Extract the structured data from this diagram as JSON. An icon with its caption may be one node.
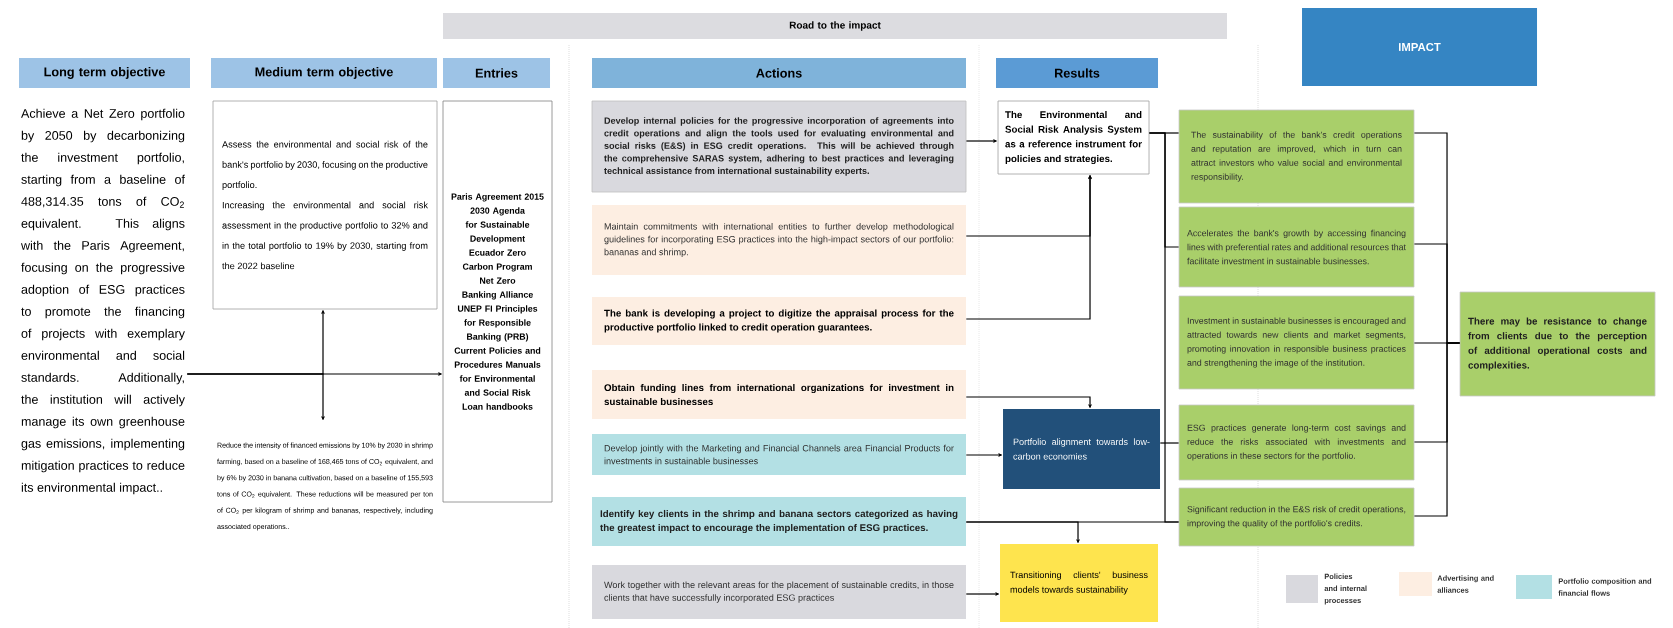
{
  "diagram": {
    "nodes": [
      {
        "text": [
          "Road to the impact"
        ]
      },
      {
        "text": [
          "IMPACT"
        ]
      },
      {
        "text": [
          "Long term objective"
        ]
      },
      {
        "text": [
          "Medium term objective"
        ]
      },
      {
        "text": [
          "Entries"
        ]
      },
      {
        "text": [
          "Actions"
        ]
      },
      {
        "text": [
          "Results"
        ]
      },
      {
        "text": [
          "Achieve a Net Zero portfolio by 2050 by decarbonizing the investment portfolio, starting from a baseline of 488,314.35 tons of CO$_{2}$ equivalent. This aligns with the Paris Agreement, focusing on the progressive adoption of ESG practices to promote the financing of projects with exemplary environmental and social standards. Additionally, the institution will actively manage its own greenhouse gas emissions, implementing mitigation practices to reduce its environmental impact.."
        ]
      },
      {
        "text": [
          "Assess the environmental and social risk of the bank's portfolio by 2030, focusing on the productive portfolio.",
          "Increasing the environmental and social risk assessment in the productive portfolio to 32% and in the total portfolio to 19% by 2030, starting from the 2022 baseline"
        ]
      },
      {
        "text": [
          "Reduce the intensity of financed emissions by 10% by 2030 in shrimp farming, based on a baseline of 168,465 tons of CO$_{2}$ equivalent, and by 6% by 2030 in banana cultivation, based on a baseline of 155,593 tons of CO$_{2}$ equivalent. These reductions will be measured per ton of CO$_{2}$ per kilogram of shrimp and bananas, respectively, including associated operations.."
        ]
      },
      {
        "text": [
          "Paris Agreement 2015",
          "2030 Agenda for Sustainable Development",
          "Ecuador Zero Carbon Program",
          "Net Zero Banking Alliance",
          "UNEP FI Principles for Responsible Banking (PRB)",
          "Current Policies and Procedures Manuals for Environmental and Social Risk",
          "Loan handbooks"
        ]
      },
      {
        "text": [
          "Develop internal policies for the progressive incorporation of agreements into credit operations and align the tools used for evaluating environmental and social risks (E&S) in ESG credit operations. This will be achieved through the comprehensive SARAS system, adhering to best practices and leveraging technical assistance from international sustainability experts."
        ]
      },
      {
        "text": [
          "Maintain commitments with international entities to further develop methodological guidelines for incorporating ESG practices into the high-impact sectors of our portfolio: bananas and shrimp."
        ]
      },
      {
        "text": [
          "The bank is developing a project to digitize the appraisal process for the productive portfolio linked to credit operation guarantees."
        ]
      },
      {
        "text": [
          "Obtain funding lines from international organizations for investment in sustainable businesses"
        ]
      },
      {
        "text": [
          "Develop jointly with the Marketing and Financial Channels area Financial Products for investments in sustainable businesses"
        ]
      },
      {
        "text": [
          "Identify key clients in the shrimp and banana sectors categorized as having the greatest impact to encourage the implementation of ESG practices."
        ]
      },
      {
        "text": [
          "Work together with the relevant areas for the placement of sustainable credits, in those clients that have successfully incorporated ESG practices"
        ]
      },
      {
        "text": [
          "The Environmental and Social Risk Analysis System as a reference instrument for policies and strategies."
        ]
      },
      {
        "text": [
          "Portfolio alignment towards low-carbon economies"
        ]
      },
      {
        "text": [
          "Transitioning clients' business models towards sustainability"
        ]
      },
      {
        "text": [
          "The sustainability of the bank's credit operations and reputation are improved, which in turn can attract investors who value social and environmental responsibility."
        ]
      },
      {
        "text": [
          "Accelerates the bank's growth by accessing financing lines with preferential rates and additional resources that facilitate investment in sustainable businesses."
        ]
      },
      {
        "text": [
          "Investment in sustainable businesses is encouraged and attracted towards new clients and market segments, promoting innovation in responsible business practices and strengthening the image of the institution."
        ]
      },
      {
        "text": [
          "ESG practices generate long-term cost savings and reduce the risks associated with investments and operations in these sectors for the portfolio."
        ]
      },
      {
        "text": [
          "Significant reduction in the E&S risk of credit operations, improving the quality of the portfolio's credits."
        ]
      },
      {
        "text": [
          "There may be resistance to change from clients due to the perception of additional operational costs and complexities."
        ]
      }
    ],
    "edges": [
      {
        "from": 7,
        "to": 10,
        "arrow": "to"
      },
      {
        "from": 7,
        "to": 8,
        "arrow": "to"
      },
      {
        "from": 7,
        "to": 9,
        "arrow": "to"
      },
      {
        "from": 11,
        "to": 18,
        "arrow": "to"
      },
      {
        "from": 12,
        "to": 18,
        "arrow": "to"
      },
      {
        "from": 13,
        "to": 18,
        "arrow": "to"
      },
      {
        "from": 14,
        "to": 19,
        "arrow": "to"
      },
      {
        "from": 15,
        "to": 19,
        "arrow": "to"
      },
      {
        "from": 16,
        "to": 20,
        "arrow": "to"
      },
      {
        "from": 16,
        "to": 25,
        "arrow": "none"
      },
      {
        "from": 17,
        "to": 20,
        "arrow": "to"
      },
      {
        "from": 18,
        "to": 21,
        "arrow": "none"
      },
      {
        "from": 18,
        "to": 22,
        "arrow": "none"
      },
      {
        "from": 19,
        "to": 24,
        "arrow": "none"
      },
      {
        "from": 18,
        "to": 25,
        "arrow": "none"
      },
      {
        "from": 21,
        "to": 26,
        "arrow": "none"
      },
      {
        "from": 22,
        "to": 26,
        "arrow": "none"
      },
      {
        "from": 23,
        "to": 26,
        "arrow": "none"
      },
      {
        "from": 24,
        "to": 26,
        "arrow": "none"
      },
      {
        "from": 25,
        "to": 26,
        "arrow": "none"
      }
    ],
    "legend": [
      {
        "text": "Policies and internal processes",
        "color": "#d9d9de"
      },
      {
        "text": "Advertising and alliances",
        "color": "#fdeee2"
      },
      {
        "text": "Portfolio composition and financial flows",
        "color": "#b3e0e4"
      }
    ]
  }
}
